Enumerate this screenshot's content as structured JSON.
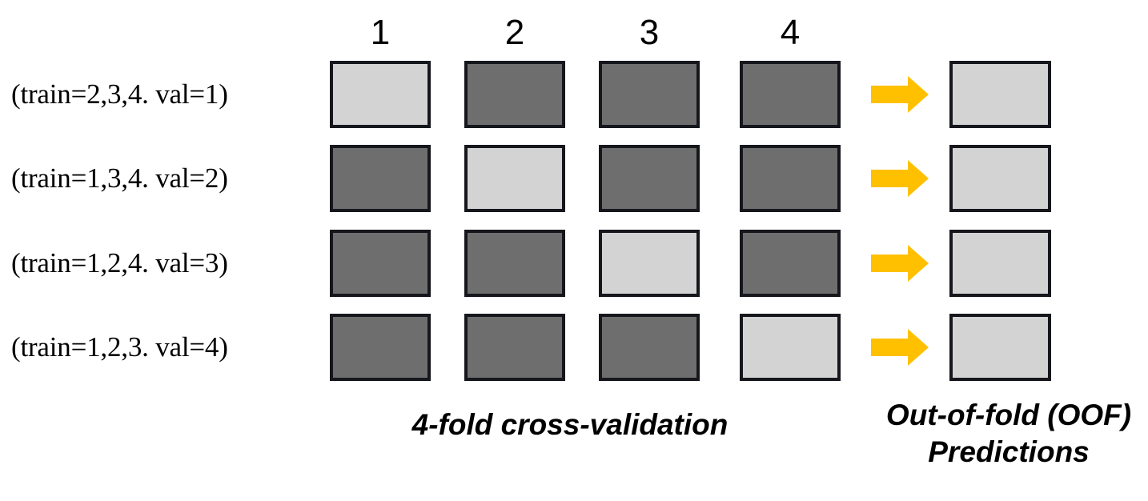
{
  "figure": {
    "title": "4-fold cross-validation and out-of-fold predictions diagram",
    "background_color": "#ffffff"
  },
  "colors": {
    "validation_fold": "#d3d3d3",
    "training_fold": "#6e6e6e",
    "box_border": "#15171c",
    "arrow": "#ffc000",
    "text": "#000000"
  },
  "columns": {
    "headers": [
      {
        "label": "1"
      },
      {
        "label": "2"
      },
      {
        "label": "3"
      },
      {
        "label": "4"
      }
    ]
  },
  "rows": [
    {
      "label": "(train=2,3,4. val=1)",
      "folds": [
        "val",
        "train",
        "train",
        "train"
      ],
      "arrow": "right-arrow",
      "oof": "oof-prediction-block"
    },
    {
      "label": "(train=1,3,4. val=2)",
      "folds": [
        "train",
        "val",
        "train",
        "train"
      ],
      "arrow": "right-arrow",
      "oof": "oof-prediction-block"
    },
    {
      "label": "(train=1,2,4. val=3)",
      "folds": [
        "train",
        "train",
        "val",
        "train"
      ],
      "arrow": "right-arrow",
      "oof": "oof-prediction-block"
    },
    {
      "label": "(train=1,2,3. val=4)",
      "folds": [
        "train",
        "train",
        "train",
        "val"
      ],
      "arrow": "right-arrow",
      "oof": "oof-prediction-block"
    }
  ],
  "captions": {
    "cross_validation": "4-fold cross-validation",
    "oof_line1": "Out-of-fold (OOF)",
    "oof_line2": "Predictions"
  }
}
